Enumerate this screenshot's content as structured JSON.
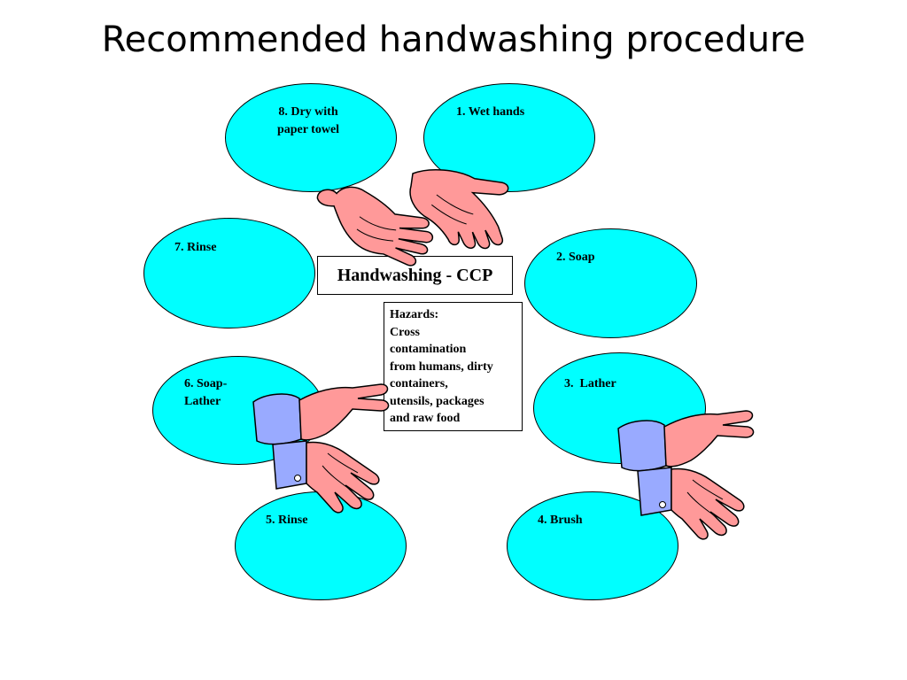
{
  "title": "Recommended handwashing procedure",
  "steps": [
    {
      "label": "8. Dry with\npaper towel"
    },
    {
      "label": "1. Wet hands"
    },
    {
      "label": "7. Rinse"
    },
    {
      "label": "2. Soap"
    },
    {
      "label": "6. Soap-\nLather"
    },
    {
      "label": "3.  Lather"
    },
    {
      "label": "5. Rinse"
    },
    {
      "label": "4. Brush"
    }
  ],
  "center_label": "Handwashing - CCP",
  "hazards": {
    "heading": "Hazards:",
    "lines": [
      "Cross",
      "contamination",
      "from humans, dirty",
      "containers,",
      "utensils, packages",
      "and raw food"
    ]
  },
  "colors": {
    "oval_fill": "#00ffff",
    "hand_fill": "#ff9999",
    "cuff_fill": "#99aaff"
  },
  "icons": [
    "open-hand-icon",
    "open-hand-icon",
    "rubbing-hands-icon",
    "rubbing-hands-icon"
  ]
}
